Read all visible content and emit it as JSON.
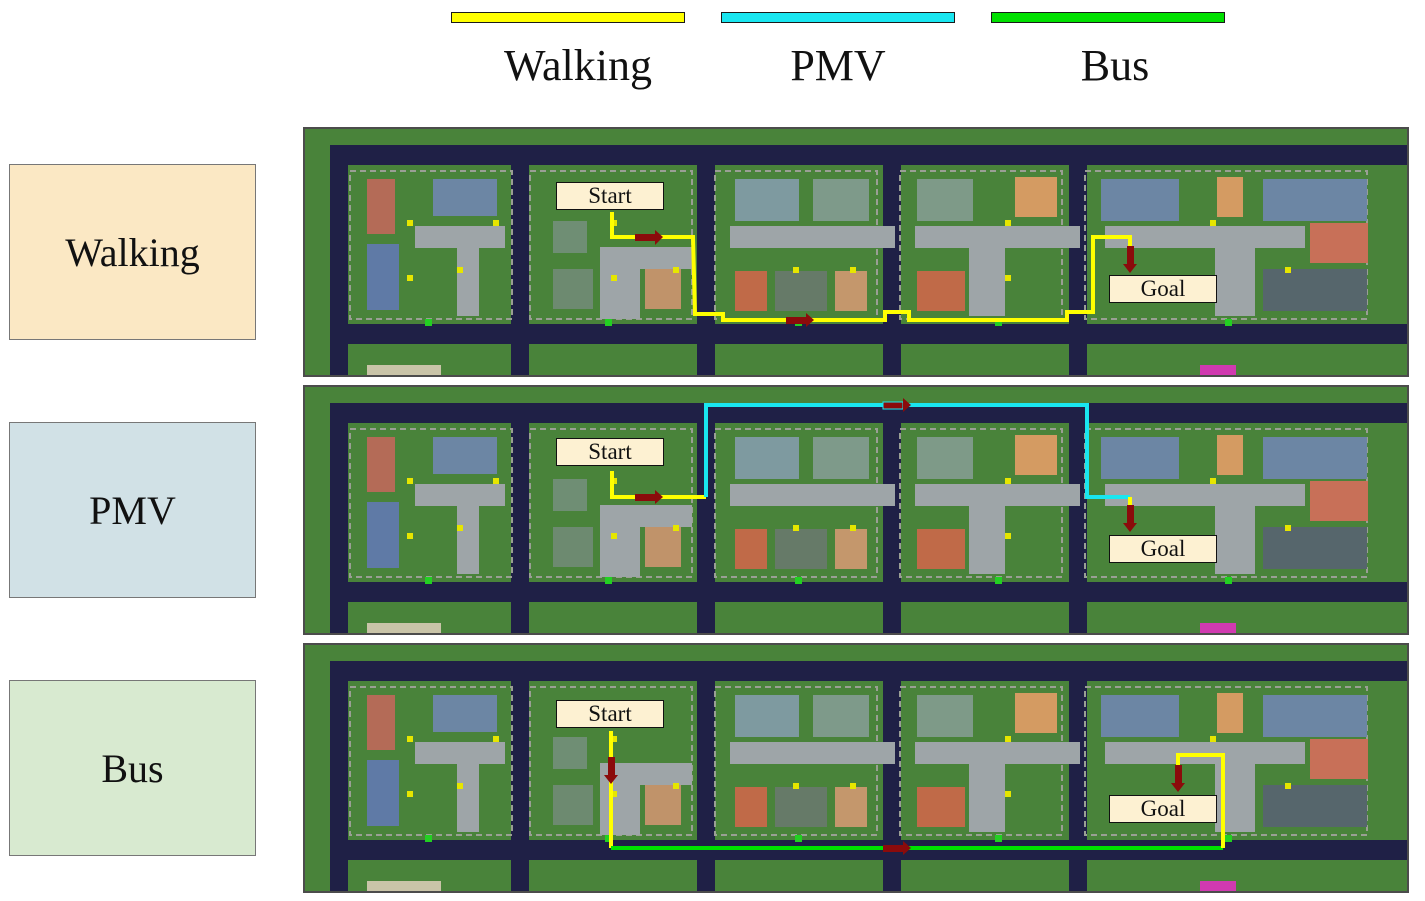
{
  "legend": {
    "items": [
      {
        "label": "Walking",
        "color": "#ffff00"
      },
      {
        "label": "PMV",
        "color": "#19e6f0"
      },
      {
        "label": "Bus",
        "color": "#00e000"
      }
    ]
  },
  "modes": [
    {
      "label": "Walking",
      "color": "#fbe8c4"
    },
    {
      "label": "PMV",
      "color": "#d1e1e6"
    },
    {
      "label": "Bus",
      "color": "#d8ead0"
    }
  ],
  "maps": [
    {
      "start_label": "Start",
      "goal_label": "Goal"
    },
    {
      "start_label": "Start",
      "goal_label": "Goal"
    },
    {
      "start_label": "Start",
      "goal_label": "Goal"
    }
  ],
  "colors": {
    "grass": "#49833a",
    "road": "#1f2046",
    "plaza": "#9ea5a8",
    "arrow": "#8b0b0b",
    "walk": "#ffff00",
    "pmv": "#19e6f0",
    "bus": "#00e000"
  }
}
